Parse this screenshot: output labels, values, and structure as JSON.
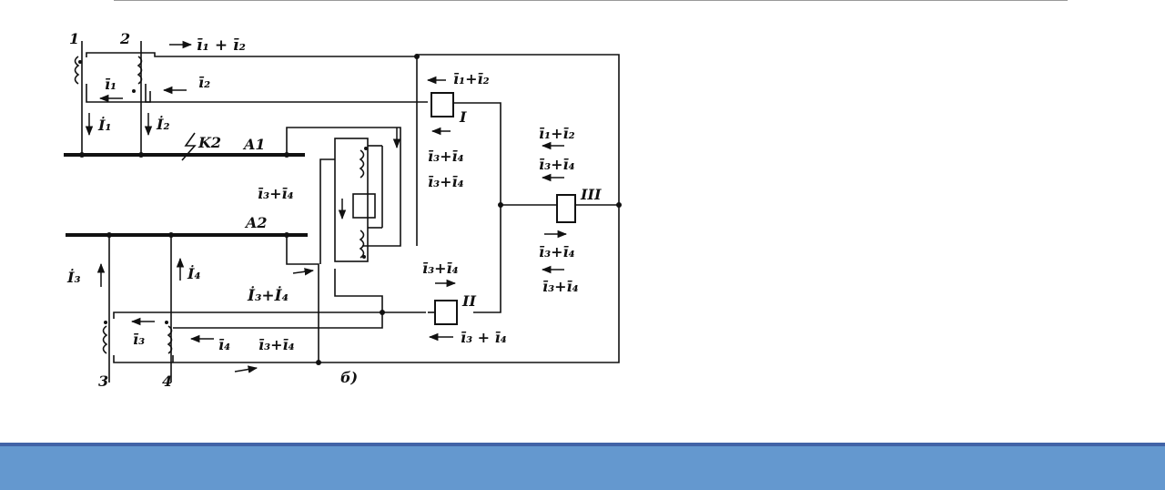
{
  "diagram": {
    "caption": "б)",
    "nodes": {
      "n1": "1",
      "n2": "2",
      "n3": "3",
      "n4": "4"
    },
    "buses": {
      "a1": "A1",
      "a2": "A2",
      "k2": "K2"
    },
    "relays": {
      "r1": "I",
      "r2": "II",
      "r3": "III"
    },
    "labels": {
      "top_sum": "ī₁ + ī₂",
      "ct1_i1": "ī₁",
      "ct1_i2": "ī₂",
      "relay1_sum": "ī₁+ī₂",
      "I1": "İ₁",
      "I2": "İ₂",
      "mid_i34_a": "ī₃+ī₄",
      "mid_i34_b": "ī₃+ī₄",
      "left_i34": "ī₃+ī₄",
      "r3_i12": "ī₁+ī₂",
      "r3_i34_top": "ī₃+ī₄",
      "r3_i34_mid": "ī₃+ī₄",
      "r3_i34_bot": "ī₃+ī₄",
      "I3": "İ₃",
      "I4": "İ₄",
      "I34": "İ₃+İ₄",
      "r2_i34_top": "ī₃+ī₄",
      "r2_i34_bot": "ī₃ + ī₄",
      "ct_i3": "ī₃",
      "ct_i4": "ī₄",
      "bottom_sum": "ī₃+ī₄"
    }
  }
}
